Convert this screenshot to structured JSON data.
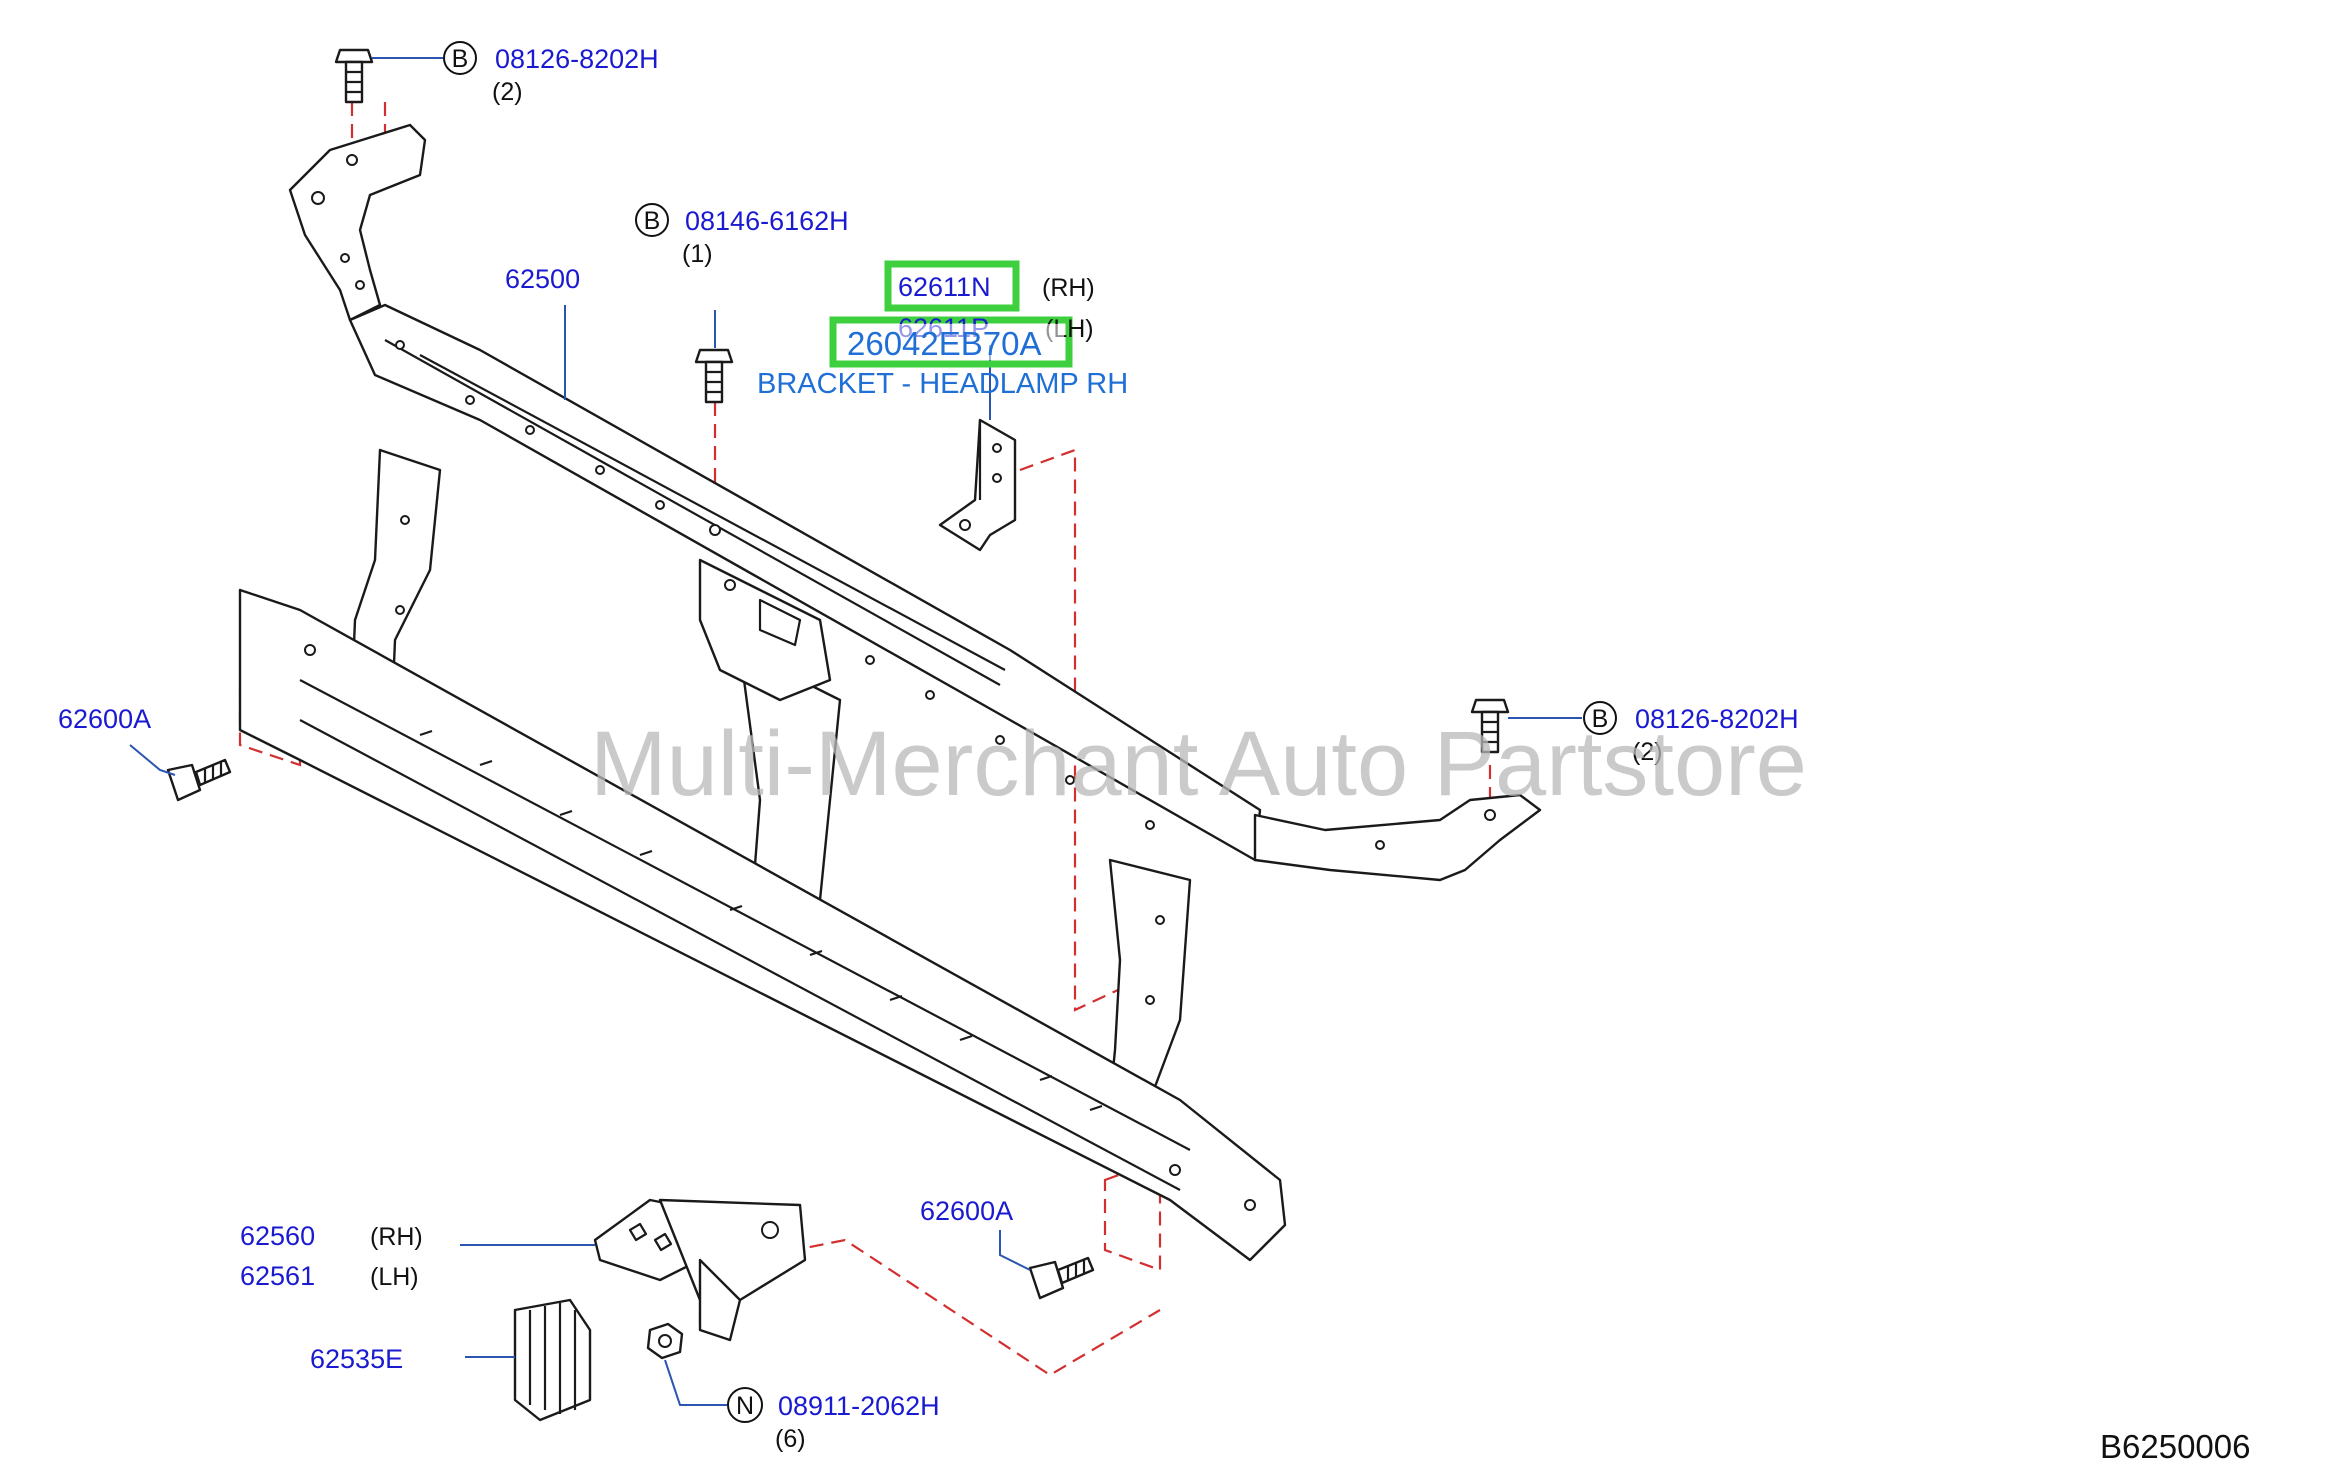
{
  "diagram": {
    "figure_code": "B6250006",
    "watermark": "Multi-Merchant Auto Partstore",
    "colors": {
      "part_number": "#1a1ad0",
      "highlight": "#3ecf3e",
      "selected_part": "#1f6fd6",
      "mounting_line": "#d23030"
    },
    "callouts": {
      "bolt_top": {
        "prefix": "B",
        "number": "08126-8202H",
        "qty": "(2)"
      },
      "bolt_center": {
        "prefix": "B",
        "number": "08146-6162H",
        "qty": "(1)"
      },
      "bolt_right": {
        "prefix": "B",
        "number": "08126-8202H",
        "qty": "(2)"
      },
      "nut": {
        "prefix": "N",
        "number": "08911-2062H",
        "qty": "(6)"
      },
      "support": {
        "number": "62500"
      },
      "bracket_rh": {
        "number": "62611N",
        "side": "(RH)"
      },
      "bracket_lh": {
        "number": "62611P",
        "side": "(LH)"
      },
      "selected": {
        "number": "26042EB70A",
        "description": "BRACKET - HEADLAMP RH"
      },
      "bolt_left": {
        "number": "62600A"
      },
      "bolt_bottom": {
        "number": "62600A"
      },
      "lock_rh": {
        "number": "62560",
        "side": "(RH)"
      },
      "lock_lh": {
        "number": "62561",
        "side": "(LH)"
      },
      "duct": {
        "number": "62535E"
      }
    }
  }
}
